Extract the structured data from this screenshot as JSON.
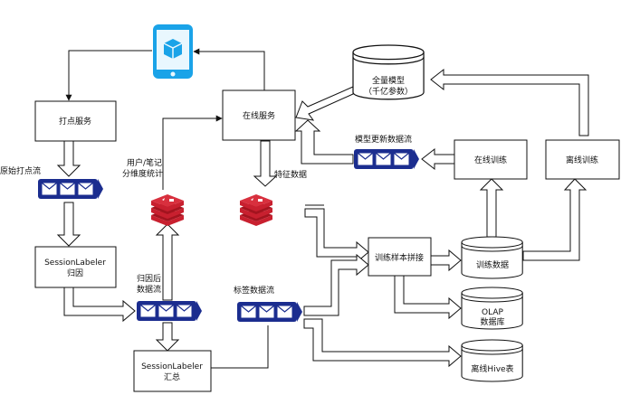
{
  "nodes": {
    "track_service": "打点服务",
    "raw_stream": "原始打点流",
    "session_labeler_attr_line1": "SessionLabeler",
    "session_labeler_attr_line2": "归因",
    "attributed_stream_line1": "归因后",
    "attributed_stream_line2": "数据流",
    "session_labeler_sum_line1": "SessionLabeler",
    "session_labeler_sum_line2": "汇总",
    "user_note_stats_line1": "用户/笔记",
    "user_note_stats_line2": "分维度统计",
    "online_service": "在线服务",
    "feature_data": "特征数据",
    "label_stream": "标签数据流",
    "full_model_line1": "全量模型",
    "full_model_line2": "（千亿参数）",
    "model_update_stream": "模型更新数据流",
    "online_training": "在线训练",
    "offline_training": "离线训练",
    "sample_join": "训练样本拼接",
    "training_data": "训练数据",
    "olap_line1": "OLAP",
    "olap_line2": "数据库",
    "offline_hive": "离线Hive表"
  },
  "colors": {
    "stream_blue": "#1b2d8f",
    "redis_red": "#c8202f",
    "device_blue": "#1aa3e8"
  }
}
